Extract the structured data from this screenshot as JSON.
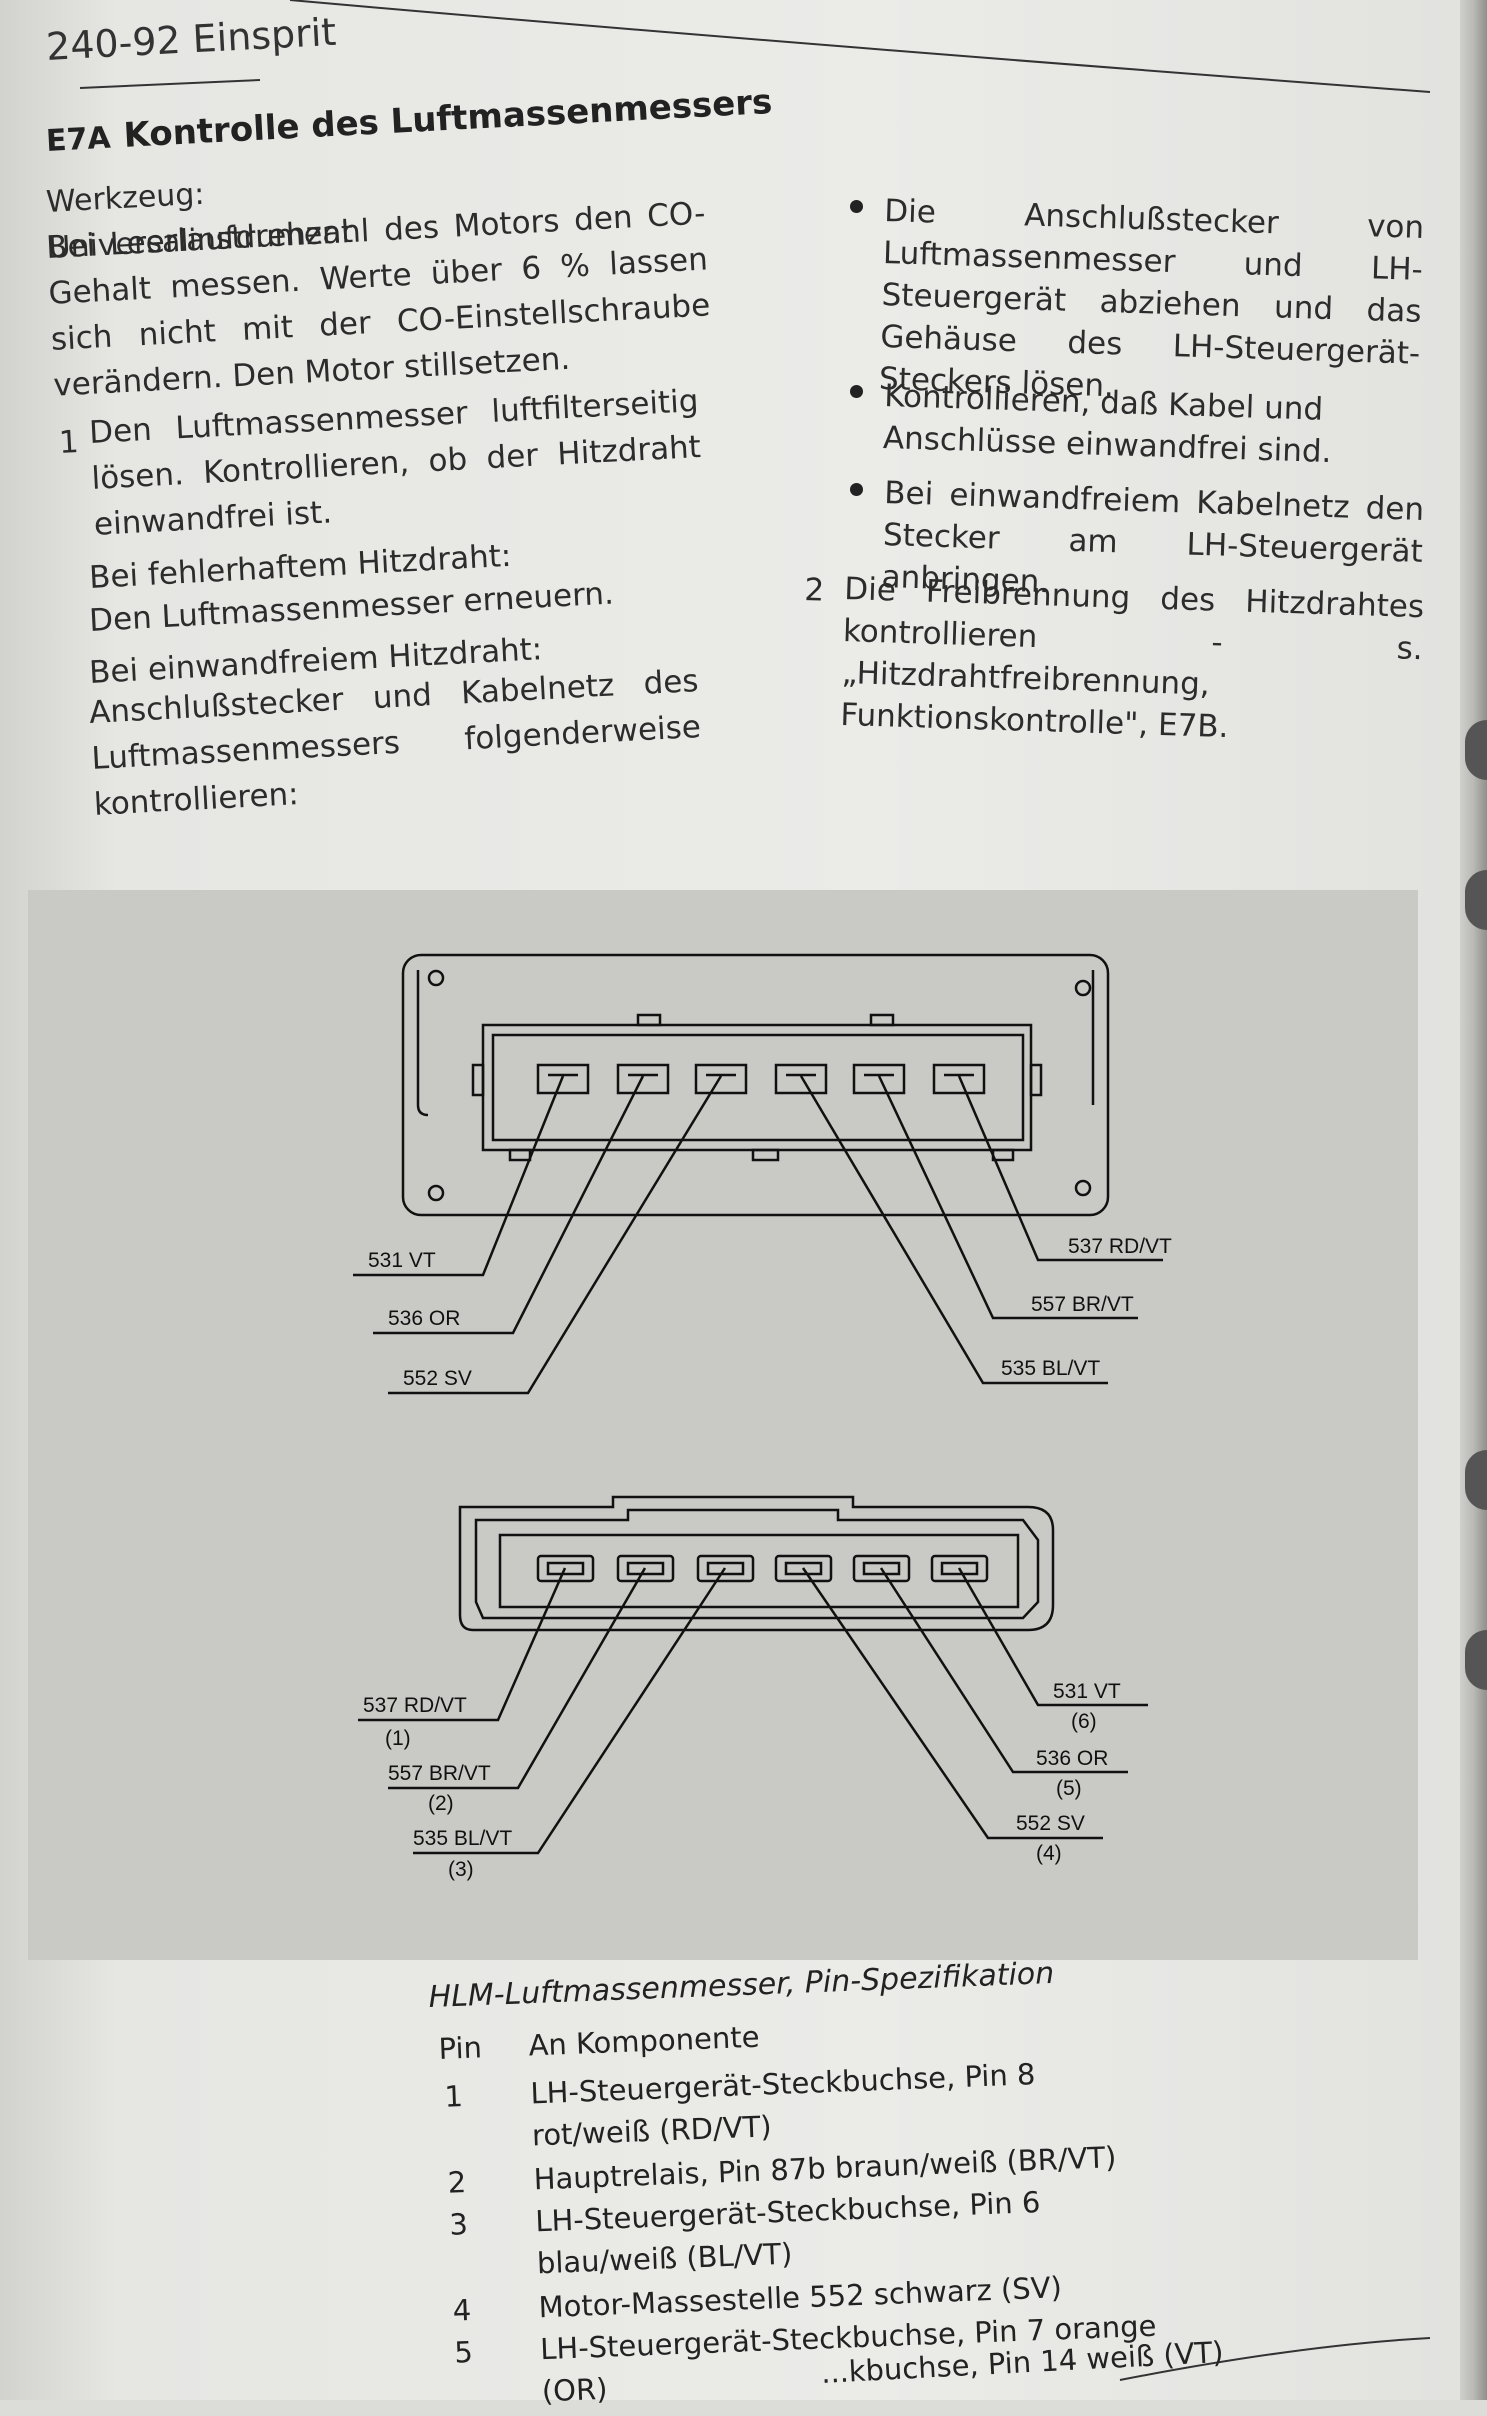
{
  "header": {
    "running_title": "240-92 Einsprit",
    "section_code": "E7A",
    "section_title": "Kontrolle des Luftmassenmessers"
  },
  "left_column": {
    "tool": "Werkzeug: Universalinstrument",
    "intro": "Bei Leerlaufdrehzahl des Motors den CO-Gehalt messen. Werte über 6 % lassen sich nicht mit der CO-Einstellschraube verändern. Den Motor stillsetzen.",
    "step1_num": "1",
    "step1": "Den Luftmassenmesser luftfilterseitig lösen. Kontrollieren, ob der Hitzdraht einwandfrei ist.",
    "faulty_head": "Bei fehlerhaftem Hitzdraht:",
    "faulty_text": "Den Luftmassenmesser erneuern.",
    "ok_head": "Bei einwandfreiem Hitzdraht:",
    "ok_text": "Anschlußstecker und Kabelnetz des Luftmassenmessers folgenderweise kontrollieren:"
  },
  "right_column": {
    "bullets": [
      "Die Anschlußstecker von Luftmassenmesser und LH-Steuergerät abziehen und das Gehäuse des LH-Steuergerät-Steckers lösen.",
      "Kontrollieren, daß Kabel und Anschlüsse einwandfrei sind.",
      "Bei einwandfreiem Kabelnetz den Stecker am LH-Steuergerät anbringen."
    ],
    "step2_num": "2",
    "step2": "Die Freibrennung des Hitzdrahtes kontrollieren - s. „Hitzdrahtfreibrennung, Funktionskontrolle\", E7B."
  },
  "diagram": {
    "top_labels_left": [
      "531 VT",
      "536 OR",
      "552 SV"
    ],
    "top_labels_right": [
      "537 RD/VT",
      "557 BR/VT",
      "535 BL/VT"
    ],
    "bottom_labels_left": [
      "537 RD/VT",
      "557 BR/VT",
      "535 BL/VT"
    ],
    "bottom_pins_left": [
      "(1)",
      "(2)",
      "(3)"
    ],
    "bottom_labels_right": [
      "531 VT",
      "536 OR",
      "552 SV"
    ],
    "bottom_pins_right": [
      "(6)",
      "(5)",
      "(4)"
    ]
  },
  "caption": "HLM-Luftmassenmesser, Pin-Spezifikation",
  "table": {
    "col_pin": "Pin",
    "col_component": "An Komponente",
    "rows": [
      {
        "pin": "1",
        "component": "LH-Steuergerät-Steckbuchse, Pin 8 rot/weiß (RD/VT)"
      },
      {
        "pin": "2",
        "component": "Hauptrelais, Pin 87b braun/weiß (BR/VT)"
      },
      {
        "pin": "3",
        "component": "LH-Steuergerät-Steckbuchse, Pin 6 blau/weiß (BL/VT)"
      },
      {
        "pin": "4",
        "component": "Motor-Massestelle 552 schwarz (SV)"
      },
      {
        "pin": "5",
        "component": "LH-Steuergerät-Steckbuchse, Pin 7 orange (OR)"
      },
      {
        "pin": "",
        "component": "...kbuchse, Pin 14 weiß (VT)"
      }
    ]
  }
}
